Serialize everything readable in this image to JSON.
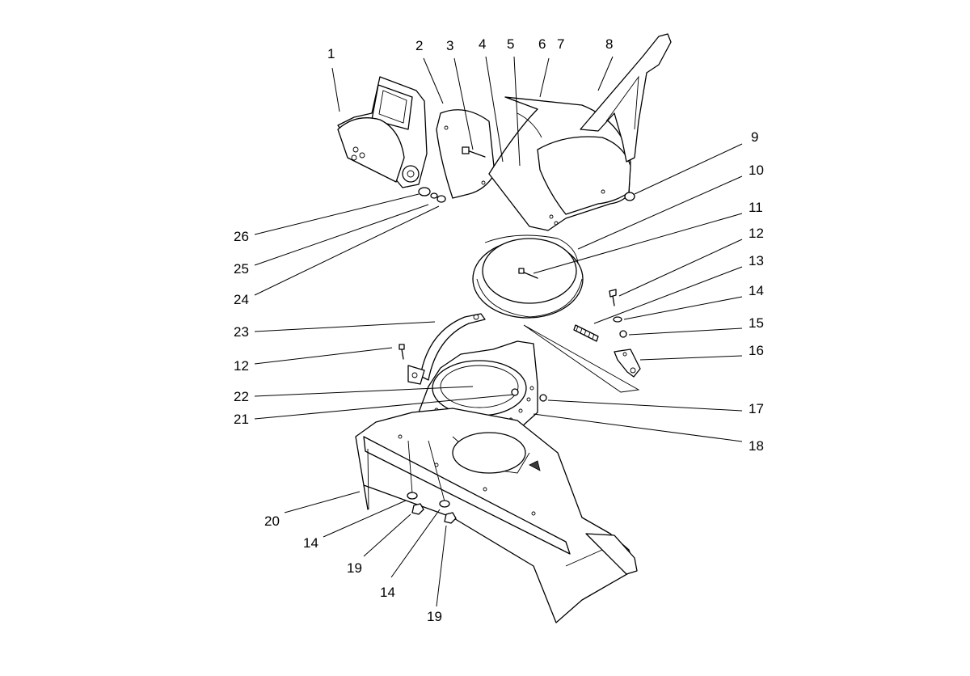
{
  "callouts": [
    {
      "id": "c1",
      "text": "1"
    },
    {
      "id": "c2",
      "text": "2"
    },
    {
      "id": "c3",
      "text": "3"
    },
    {
      "id": "c4",
      "text": "4"
    },
    {
      "id": "c5",
      "text": "5"
    },
    {
      "id": "c6",
      "text": "6"
    },
    {
      "id": "c7",
      "text": "7"
    },
    {
      "id": "c8",
      "text": "8"
    },
    {
      "id": "c9",
      "text": "9"
    },
    {
      "id": "c10",
      "text": "10"
    },
    {
      "id": "c11",
      "text": "11"
    },
    {
      "id": "c12a",
      "text": "12"
    },
    {
      "id": "c13",
      "text": "13"
    },
    {
      "id": "c14a",
      "text": "14"
    },
    {
      "id": "c15",
      "text": "15"
    },
    {
      "id": "c16",
      "text": "16"
    },
    {
      "id": "c17",
      "text": "17"
    },
    {
      "id": "c18",
      "text": "18"
    },
    {
      "id": "c19a",
      "text": "19"
    },
    {
      "id": "c19b",
      "text": "19"
    },
    {
      "id": "c20",
      "text": "20"
    },
    {
      "id": "c21",
      "text": "21"
    },
    {
      "id": "c22",
      "text": "22"
    },
    {
      "id": "c23",
      "text": "23"
    },
    {
      "id": "c12b",
      "text": "12"
    },
    {
      "id": "c24",
      "text": "24"
    },
    {
      "id": "c25",
      "text": "25"
    },
    {
      "id": "c26",
      "text": "26"
    },
    {
      "id": "c14b",
      "text": "14"
    },
    {
      "id": "c14c",
      "text": "14"
    }
  ]
}
